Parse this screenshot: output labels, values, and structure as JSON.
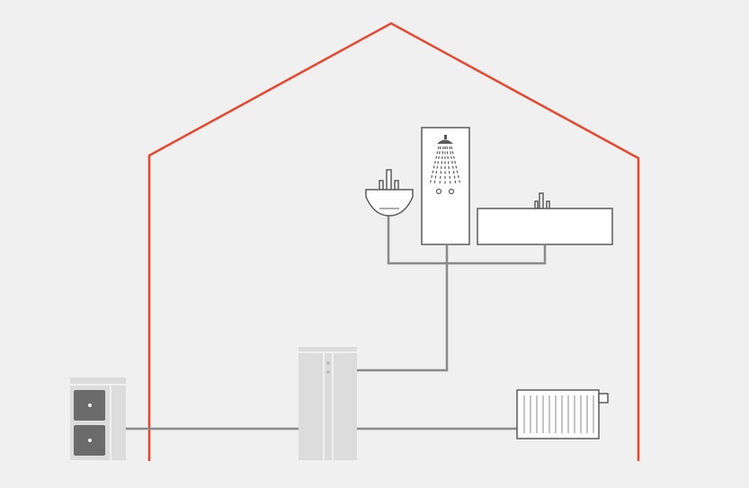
{
  "diagram": {
    "subject": "house-heating-and-hot-water-system",
    "colors": {
      "background": "#f0f0f0",
      "house_outline": "#e8472b",
      "pipe": "#8a8a8a",
      "unit_light": "#dcdcdc",
      "unit_dark": "#6b6b6b",
      "fixture_stroke": "#5a5a5a",
      "fixture_fill": "#ffffff"
    },
    "components": [
      {
        "id": "outdoor-unit",
        "icon": "heat-pump-outdoor-unit-icon"
      },
      {
        "id": "indoor-unit",
        "icon": "indoor-cylinder-unit-icon"
      },
      {
        "id": "shower",
        "icon": "shower-icon"
      },
      {
        "id": "washbasin",
        "icon": "washbasin-icon"
      },
      {
        "id": "bathtub",
        "icon": "bathtub-icon"
      },
      {
        "id": "radiator",
        "icon": "radiator-icon"
      }
    ]
  }
}
